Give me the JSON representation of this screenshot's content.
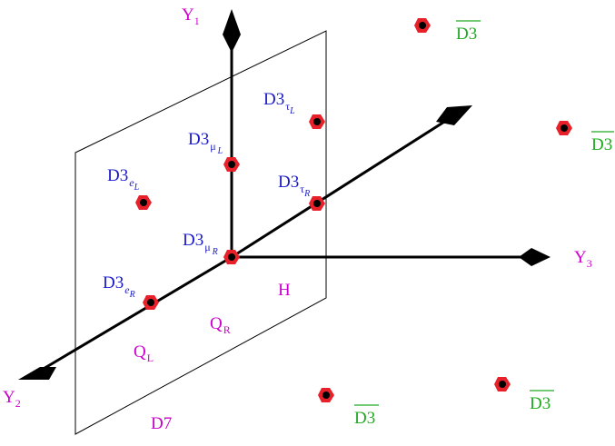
{
  "axes": {
    "y1": "Y",
    "y1_sub": "1",
    "y2": "Y",
    "y2_sub": "2",
    "y3": "Y",
    "y3_sub": "3"
  },
  "branes": {
    "d3_eL": {
      "base": "D3",
      "sub": "e",
      "subsub": "L"
    },
    "d3_muL": {
      "base": "D3",
      "sub": "μ",
      "subsub": "L"
    },
    "d3_tauL": {
      "base": "D3",
      "sub": "τ",
      "subsub": "L"
    },
    "d3_tauR": {
      "base": "D3",
      "sub": "τ",
      "subsub": "R"
    },
    "d3_muR": {
      "base": "D3",
      "sub": "μ",
      "subsub": "R"
    },
    "d3_eR": {
      "base": "D3",
      "sub": "e",
      "subsub": "R"
    }
  },
  "anti_branes": {
    "label": "D3",
    "count": 4
  },
  "plane": {
    "name": "D7",
    "regions": {
      "h": "H",
      "qr": {
        "base": "Q",
        "sub": "R"
      },
      "ql": {
        "base": "Q",
        "sub": "L"
      }
    }
  },
  "colors": {
    "magenta": "#cc00cc",
    "blue": "#1a1acc",
    "green": "#22aa22",
    "red": "#e8202a",
    "axis": "#000000"
  }
}
